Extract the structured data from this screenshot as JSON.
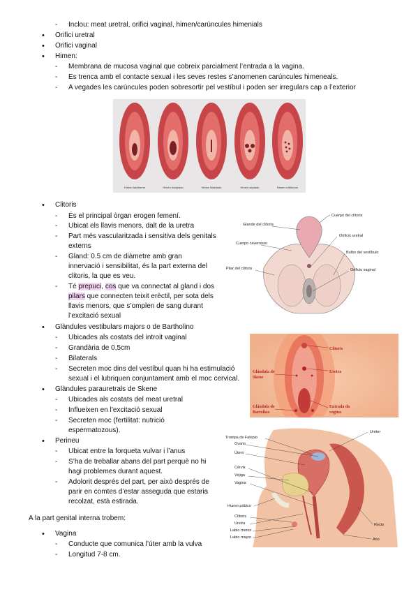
{
  "top_item": "Inclou: meat uretral, orifici vaginal, himen/carúncules himenials",
  "orifici_uretral": "Orifici uretral",
  "orifici_vaginal": "Orifici vaginal",
  "himen": {
    "title": "Himen:",
    "items": [
      "Membrana de mucosa vaginal que cobreix parcialment l’entrada a la vagina.",
      "Es trenca amb el contacte sexual i les seves restes s’anomenen carúncules himeneals.",
      "A vegades les carúncules poden sobresortir pel vestíbul i poden ser irregulars cap a l’exterior"
    ]
  },
  "hymen_figure": {
    "captions": [
      "Himen falciforme",
      "Himen franjeado",
      "Himen bilabiado",
      "Himen septado",
      "Himen cribiforme"
    ]
  },
  "clitoris": {
    "title": "Clitoris",
    "b1": "És el principal òrgan erogen femení.",
    "b2": "Ubicat els llavis menors, dalt de la uretra",
    "b3": [
      "Part més vascularitzada i sensitiva dels genitals",
      "externs"
    ],
    "b4": [
      "Gland: 0.5 cm de diàmetre amb gran",
      "innervació i sensibilitat, és la part externa del",
      "clitoris, la que es veu."
    ],
    "b5_a1": "Té ",
    "b5_h1": "prepuci",
    "b5_a2": ", ",
    "b5_h2": "cos",
    "b5_a3": " que va connectat al gland i dos",
    "b5_h3": "pilars",
    "b5_a4": " que connecten teixit erèctil, per sota dels",
    "b5_l3": "llavis menors, que s’omplen de sang durant",
    "b5_l4": "l’excitació sexual"
  },
  "clitoris_figure": {
    "labels": [
      "Cuerpo del clítoris",
      "Glande del clítoris",
      "Cuerpo cavernoso",
      "Orificio uretral",
      "Bulbo del vestíbulo",
      "Pilar del clítoris",
      "Orificio vaginal"
    ]
  },
  "bartholino": {
    "title": "Glàndules vestibulars majors o de Bartholino",
    "items": [
      "Ubicades als costats del introit vaginal",
      "Grandària de 0,5cm",
      "Bilaterals"
    ],
    "last": [
      "Secreten moc dins del vestíbul quan hi ha estimulació",
      "sexual i el lubriquen conjuntament amb el moc cervical."
    ]
  },
  "vulva_figure": {
    "labels": [
      "Clitoris",
      "Glándula de",
      "Skene",
      "Uretra",
      "Glándula de",
      "Bartolino",
      "Entrada da",
      "vagina"
    ]
  },
  "skene": {
    "title": "Glàndules parauretrals de Skene",
    "items": [
      "Ubicades als costats del meat uretral",
      "Influeixen en l’excitació sexual"
    ],
    "last": [
      "Secreten moc (fertilitat: nutrició",
      "espermatozous)."
    ]
  },
  "perineu": {
    "title": "Perineu",
    "b1": "Ubicat entre la forqueta vulvar i l’anus",
    "b2": [
      "S’ha de treballar abans del part perquè no hi",
      "hagi problemes durant aquest."
    ],
    "b3": [
      "Adolorit després del part, per això després de",
      "parir en comtes d’estar asseguda que estaria",
      "recolzat, està estirada."
    ]
  },
  "pelvis_figure": {
    "left_labels": [
      "Trompa de Falopio",
      "Ovario",
      "Útero",
      "Cérvix",
      "Vejiga",
      "Vagina",
      "Hueso púbico",
      "Clítoris",
      "Uretra",
      "Labio menor",
      "Labio mayor"
    ],
    "right_labels": [
      "Uréter",
      "Recto",
      "Ano"
    ]
  },
  "interna": "A la part genital interna trobem:",
  "vagina": {
    "title": "Vagina",
    "items": [
      "Conducte que comunica l’úter amb la vulva",
      "Longitud 7-8 cm."
    ]
  }
}
